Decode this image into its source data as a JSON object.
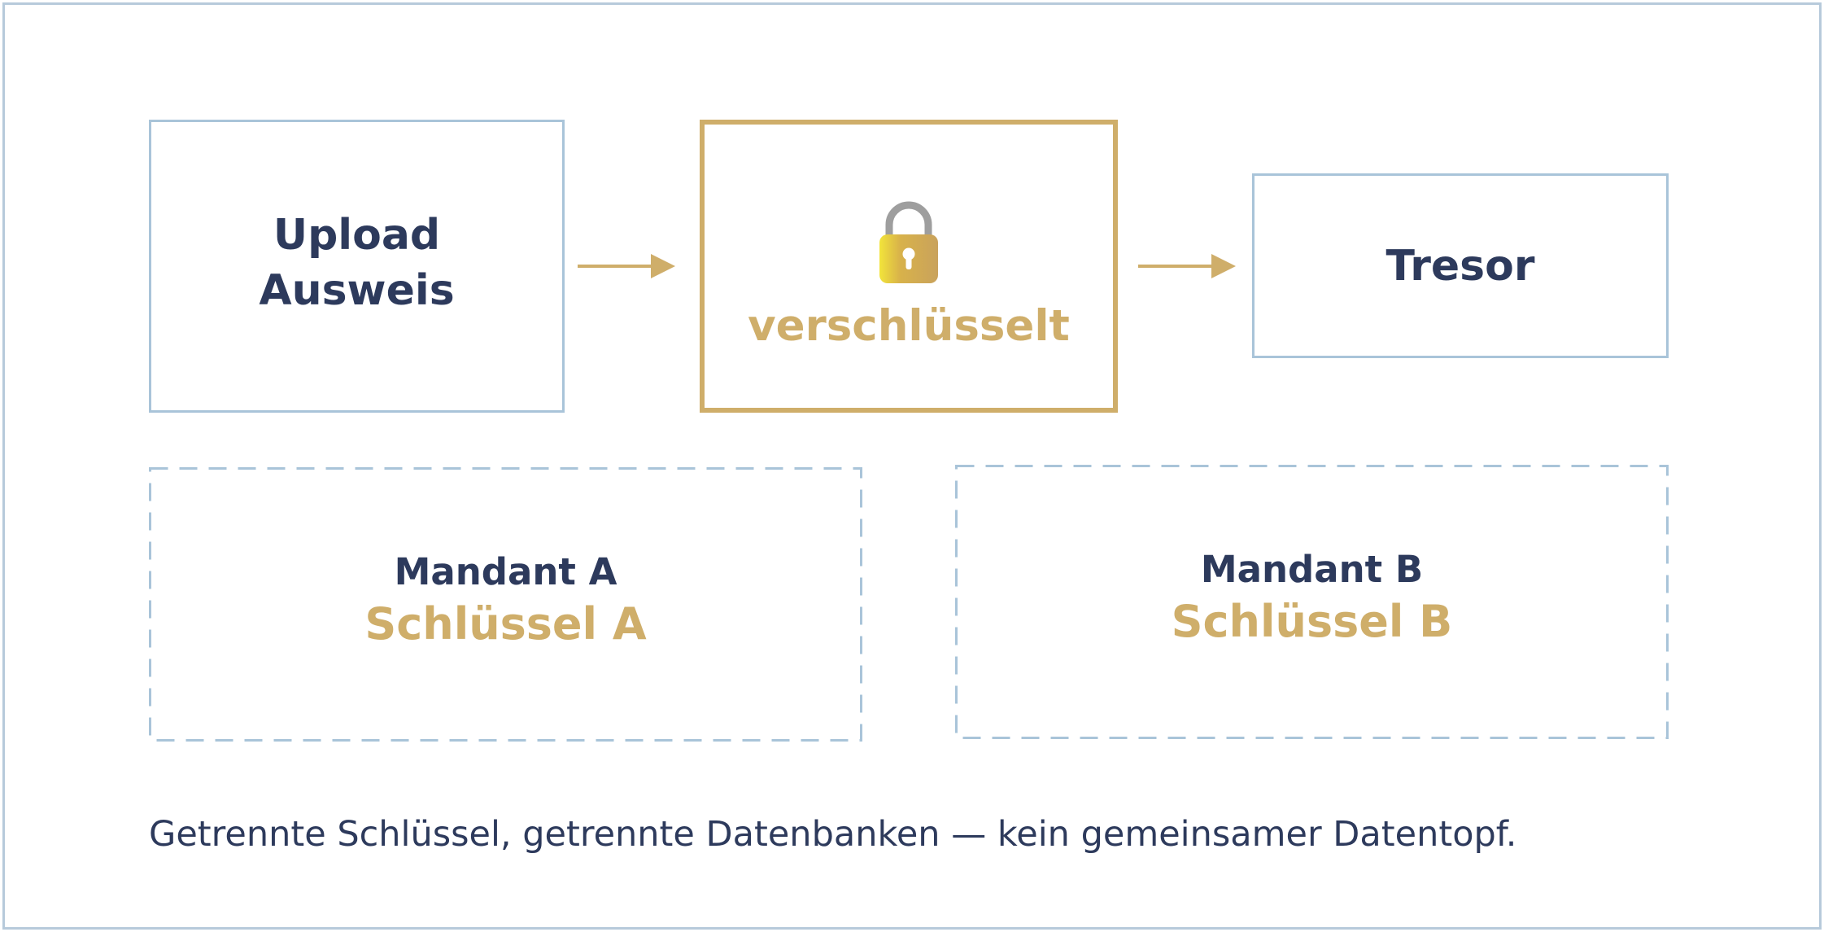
{
  "flow": {
    "upload": {
      "line1": "Upload",
      "line2": "Ausweis"
    },
    "encrypt": {
      "label": "verschlüsselt",
      "icon": "lock-icon"
    },
    "tresor": {
      "label": "Tresor"
    }
  },
  "tenants": [
    {
      "name": "Mandant A",
      "key": "Schlüssel A"
    },
    {
      "name": "Mandant B",
      "key": "Schlüssel B"
    }
  ],
  "caption": "Getrennte Schlüssel, getrennte Datenbanken — kein gemeinsamer Datentopf.",
  "colors": {
    "navy": "#2d3a5c",
    "gold": "#cfae6a",
    "light_blue": "#a9c4d9",
    "lock_shackle": "#9e9e9e"
  }
}
